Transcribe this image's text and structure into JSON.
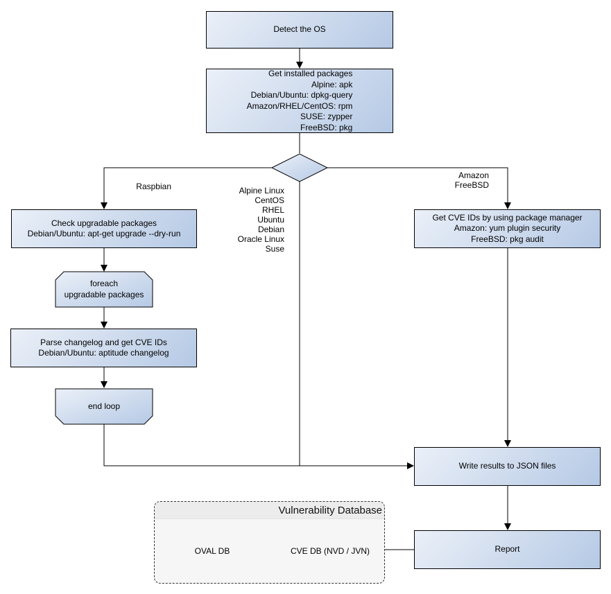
{
  "diagram": {
    "nodes": {
      "detect_os": "Detect the OS",
      "get_packages": "Get installed packages\nAlpine: apk\nDebian/Ubuntu: dpkg-query\nAmazon/RHEL/CentOS: rpm\nSUSE: zypper\nFreeBSD: pkg",
      "check_upgradable": "Check upgradable packages\nDebian/Ubuntu: apt-get upgrade --dry-run",
      "foreach_loop": "foreach\nupgradable  packages",
      "parse_changelog": "Parse changelog and get  CVE IDs\nDebian/Ubuntu: aptitude changelog",
      "end_loop": "end loop",
      "get_cve_ids": "Get CVE IDs by using package manager\nAmazon: yum plugin security\nFreeBSD: pkg audit",
      "write_results": "Write results to JSON files",
      "report": "Report"
    },
    "edge_labels": {
      "raspbian": "Raspbian",
      "middle_os_list": "Alpine Linux\nCentOS\nRHEL\nUbuntu\nDebian\nOracle Linux\nSuse",
      "amazon_freebsd": "Amazon\nFreeBSD"
    },
    "vulnerability_database": {
      "title": "Vulnerability Database",
      "oval_db": "OVAL DB",
      "cve_db": "CVE DB (NVD / JVN)"
    },
    "colors": {
      "node_gradient_start": "#ebf0f8",
      "node_gradient_end": "#b5c9e5",
      "node_border": "#000000",
      "connector": "#000000",
      "container_bg": "#f6f6f6",
      "container_title_bg": "#ececec",
      "container_border": "#333333"
    }
  }
}
